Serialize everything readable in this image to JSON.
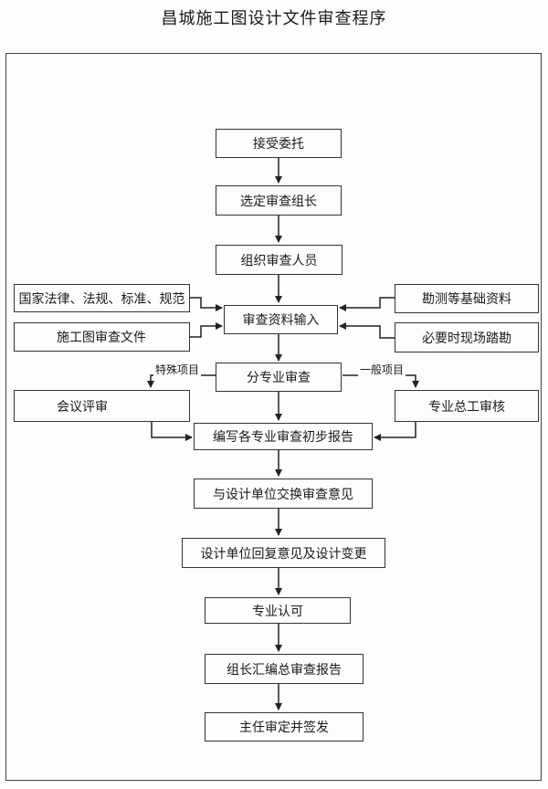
{
  "title": "昌城施工图设计文件审查程序",
  "steps": {
    "accept": "接受委托",
    "select_lead": "选定审查组长",
    "organize": "组织审查人员",
    "input": "审查资料输入",
    "split": "分专业审查",
    "draft": "编写各专业审查初步报告",
    "exchange": "与设计单位交换审查意见",
    "reply": "设计单位回复意见及设计变更",
    "approve": "专业认可",
    "summary": "组长汇编总审查报告",
    "sign": "主任审定并签发"
  },
  "inputs": {
    "laws": "国家法律、法规、标准、规范",
    "docs": "施工图审查文件",
    "survey": "勘测等基础资料",
    "site": "必要时现场踏勘"
  },
  "branches": {
    "special_label": "特殊项目",
    "general_label": "一般项目",
    "meeting": "会议评审",
    "chief": "专业总工审核"
  }
}
